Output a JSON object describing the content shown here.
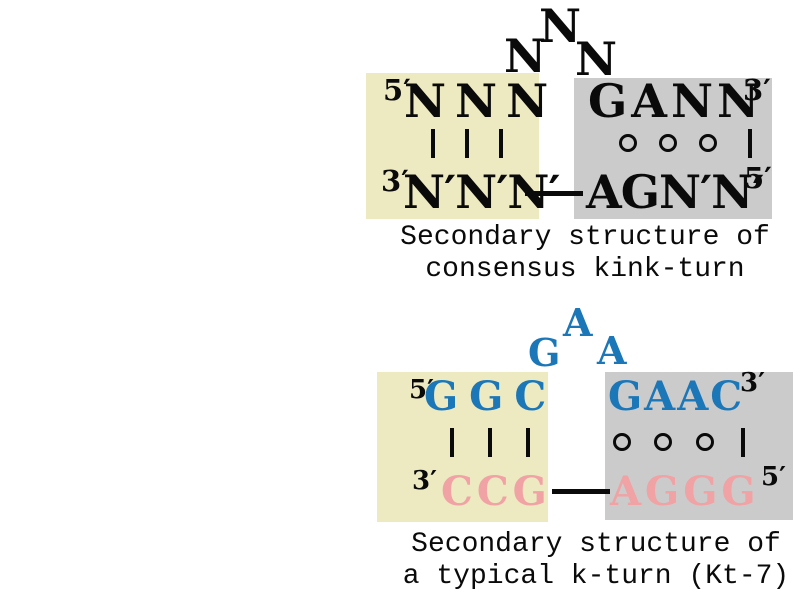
{
  "colors": {
    "canonical_helix_box": "#EDE9C1",
    "noncanonical_helix_box": "#CBCBCB",
    "consensus_text": "#0a0a0a",
    "kt7_top_strand_blue": "#1B77B8",
    "kt7_bottom_strand_pink": "#F0A2A4",
    "end_label_black": "#0a0a0a"
  },
  "icons": {
    "watson_crick_pair": "vertical-bar-icon",
    "non_watson_crick_pair": "open-circle-icon"
  },
  "bond_symbols": {
    "watson_crick": "|",
    "non_watson_crick": "○"
  },
  "panels": {
    "consensus": {
      "loop": {
        "left": "N",
        "top": "N",
        "right": "N"
      },
      "c_helix": {
        "top_end": "5′",
        "top_strand": "NNN",
        "bottom_end": "3′",
        "bottom_strand": "N′N′N′"
      },
      "nc_helix": {
        "top_strand": "GANN",
        "top_end": "3′",
        "bottom_strand": "AGN′N′",
        "bottom_end": "5′"
      },
      "caption": {
        "line1": "Secondary structure of",
        "line2": "consensus kink-turn"
      }
    },
    "kt7": {
      "loop": {
        "left": "G",
        "top": "A",
        "right": "A"
      },
      "c_helix": {
        "top_end": "5′",
        "top_strand": "GGC",
        "bottom_end": "3′",
        "bottom_strand": "CCG"
      },
      "nc_helix": {
        "top_strand": "GAAC",
        "top_end": "3′",
        "bottom_strand": "AGGG",
        "bottom_end": "5′"
      },
      "caption": {
        "line1": "Secondary structure of",
        "line2": "a typical k-turn (Kt-7)"
      }
    }
  }
}
